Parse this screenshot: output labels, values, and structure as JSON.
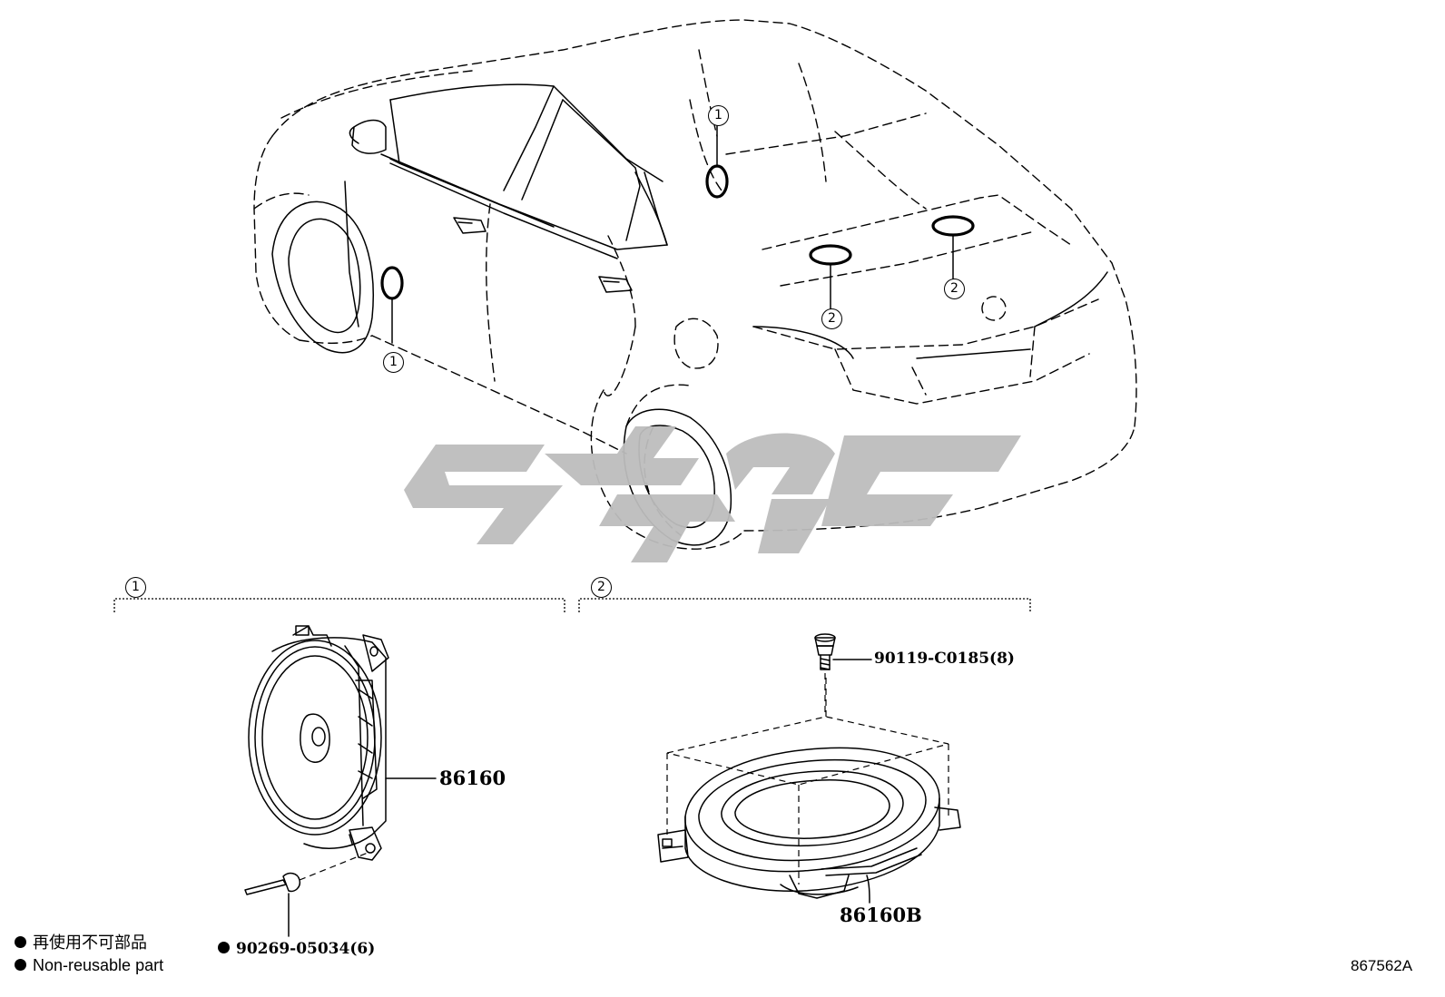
{
  "watermark": {
    "text": "ﮔﺴﺤﺔ",
    "color": "#bdbdbd"
  },
  "callouts": {
    "group1": "1",
    "group2": "2"
  },
  "parts": {
    "front_speaker": "86160",
    "rear_speaker": "86160B",
    "rivet": "90269-05034(6)",
    "screw": "90119-C0185(8)"
  },
  "legend": {
    "jp": "再使用不可部品",
    "en": "Non-reusable part"
  },
  "diagram_id": "867562A",
  "colors": {
    "line": "#000000",
    "watermark": "#bdbdbd",
    "background": "#ffffff"
  }
}
